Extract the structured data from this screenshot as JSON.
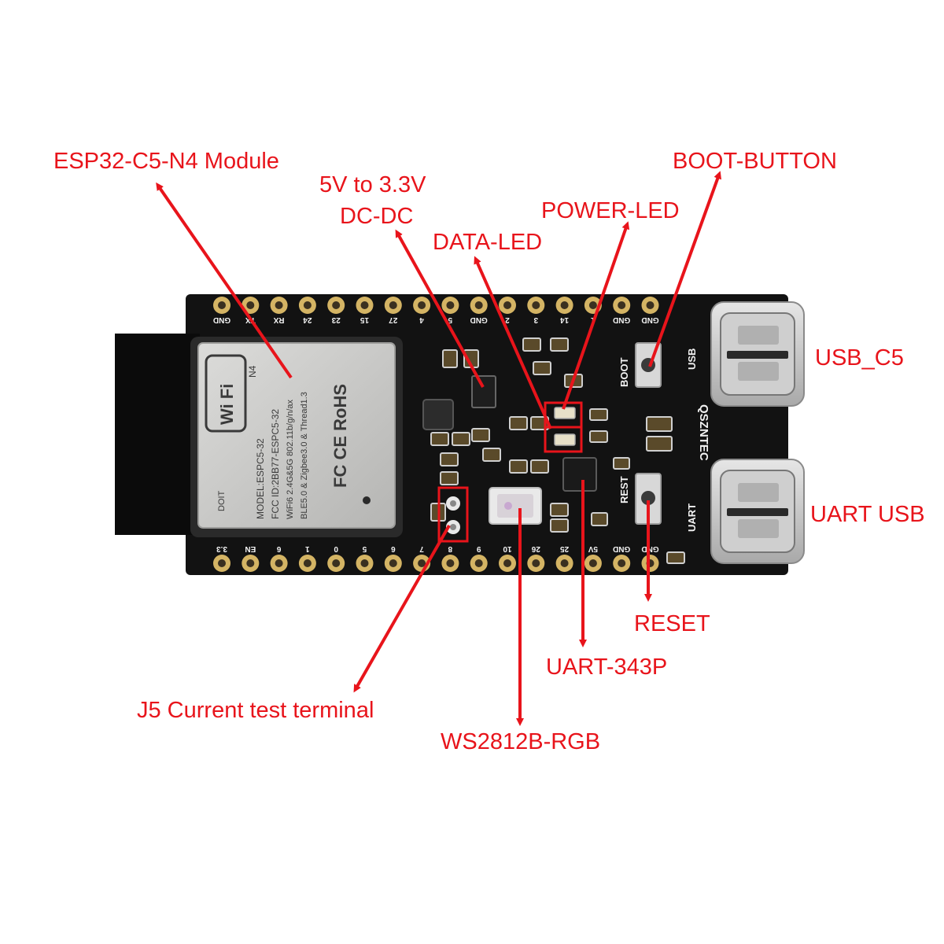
{
  "callouts": {
    "module": "ESP32-C5-N4 Module",
    "dcdc_line1": "5V to 3.3V",
    "dcdc_line2": "DC-DC",
    "power_led": "POWER-LED",
    "data_led": "DATA-LED",
    "boot_button": "BOOT-BUTTON",
    "usb_c5": "USB_C5",
    "uart_usb": "UART USB",
    "reset": "RESET",
    "uart_343p": "UART-343P",
    "j5": "J5 Current test terminal",
    "rgb": "WS2812B-RGB"
  },
  "board": {
    "top_pins": [
      "GND",
      "TX",
      "RX",
      "24",
      "23",
      "15",
      "27",
      "4",
      "5",
      "GND",
      "2",
      "3",
      "14",
      "1",
      "GND",
      "GND"
    ],
    "bottom_pins": [
      "3.3",
      "EN",
      "6",
      "1",
      "0",
      "5",
      "6",
      "7",
      "8",
      "9",
      "10",
      "26",
      "25",
      "5V",
      "GND",
      "GND"
    ],
    "boot_label": "BOOT",
    "reset_label": "REST",
    "usb_label": "USB",
    "uart_label": "UART",
    "brand": "QSZNTEC"
  },
  "module": {
    "wifi_logo": "Wi Fi",
    "n4": "N4",
    "brand": "DOIT",
    "model": "MODEL:ESPC5-32",
    "fcc": "FCC ID:2BB77-ESPC5-32",
    "wifi_spec": "WiFi6 2.4G&5G 802.11b/g/n/ax",
    "ble_spec": "BLE5.0 & Zigbee3.0 & Thread1.3",
    "marks": "FC CE RoHS"
  },
  "colors": {
    "accent": "#e8141b",
    "pcb": "#121212",
    "shield": "#c9c9c7",
    "gold": "#d4b464"
  }
}
